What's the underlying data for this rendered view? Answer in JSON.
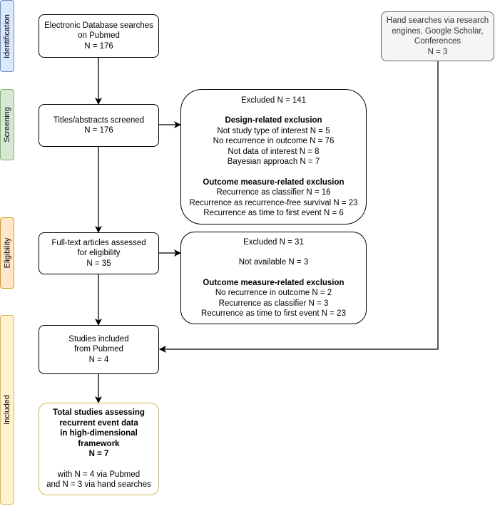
{
  "phases": {
    "identification": "Identification",
    "screening": "Screening",
    "eligibility": "Eligibility",
    "included": "Included"
  },
  "boxes": {
    "database": {
      "line1": "Electronic Database searches",
      "line2": "on Pubmed",
      "line3": "N = 176"
    },
    "hand_searches": {
      "line1": "Hand searches via research",
      "line2": "engines, Google Scholar,",
      "line3": "Conferences",
      "line4": "N = 3"
    },
    "screened": {
      "line1": "Titles/abstracts screened",
      "line2": "N = 176"
    },
    "excluded_screening": {
      "title": "Excluded N = 141",
      "design_heading": "Design-related exclusion",
      "design_items": [
        "Not study type of interest N = 5",
        "No recurrence in outcome N = 76",
        "Not data of interest N = 8",
        "Bayesian approach N = 7"
      ],
      "outcome_heading": "Outcome measure-related exclusion",
      "outcome_items": [
        "Recurrence as classifier N = 16",
        "Recurrence as recurrence-free survival N = 23",
        "Recurrence as time to first event N = 6"
      ]
    },
    "fulltext": {
      "line1": "Full-text articles assessed",
      "line2": "for eligibility",
      "line3": "N = 35"
    },
    "excluded_fulltext": {
      "title": "Excluded N = 31",
      "not_available": "Not available N = 3",
      "outcome_heading": "Outcome measure-related exclusion",
      "outcome_items": [
        "No recurrence in outcome N = 2",
        "Recurrence as classifier N = 3",
        "Recurrence as time to first event N = 23"
      ]
    },
    "included_pubmed": {
      "line1": "Studies included",
      "line2": "from Pubmed",
      "line3": "N = 4"
    },
    "total": {
      "bold_lines": [
        "Total studies assessing",
        "recurrent event data",
        "in high-dimensional",
        "framework",
        "N = 7"
      ],
      "line1": "with N = 4 via Pubmed",
      "line2": "and N = 3 via hand searches"
    }
  }
}
